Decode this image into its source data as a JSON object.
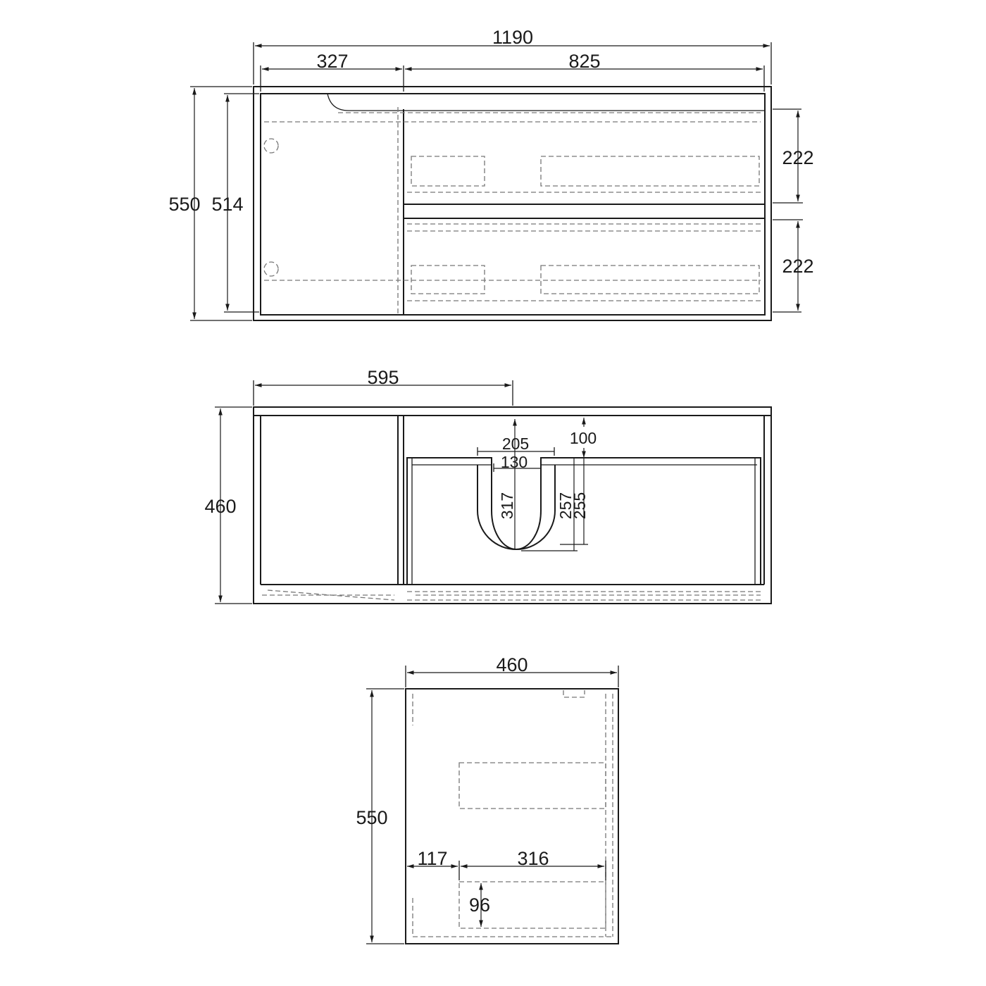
{
  "top_view": {
    "overall_width": "1190",
    "left_section_width": "327",
    "drawer_section_width": "825",
    "overall_depth": "550",
    "inner_depth": "514",
    "upper_drawer_height": "222",
    "lower_drawer_height": "222"
  },
  "front_view": {
    "basin_center_offset": "595",
    "overall_height": "460",
    "cutout_outer_width": "205",
    "cutout_inner_width": "130",
    "top_clearance": "100",
    "cutout_depth": "317",
    "drawer_depth_a": "257",
    "drawer_depth_b": "255"
  },
  "side_view": {
    "overall_width": "460",
    "overall_height": "550",
    "drawer_offset": "117",
    "drawer_slot_width": "316",
    "drawer_slot_height": "96"
  },
  "colors": {
    "line": "#1a1a1a",
    "hidden_line": "#777777",
    "background": "#ffffff"
  }
}
